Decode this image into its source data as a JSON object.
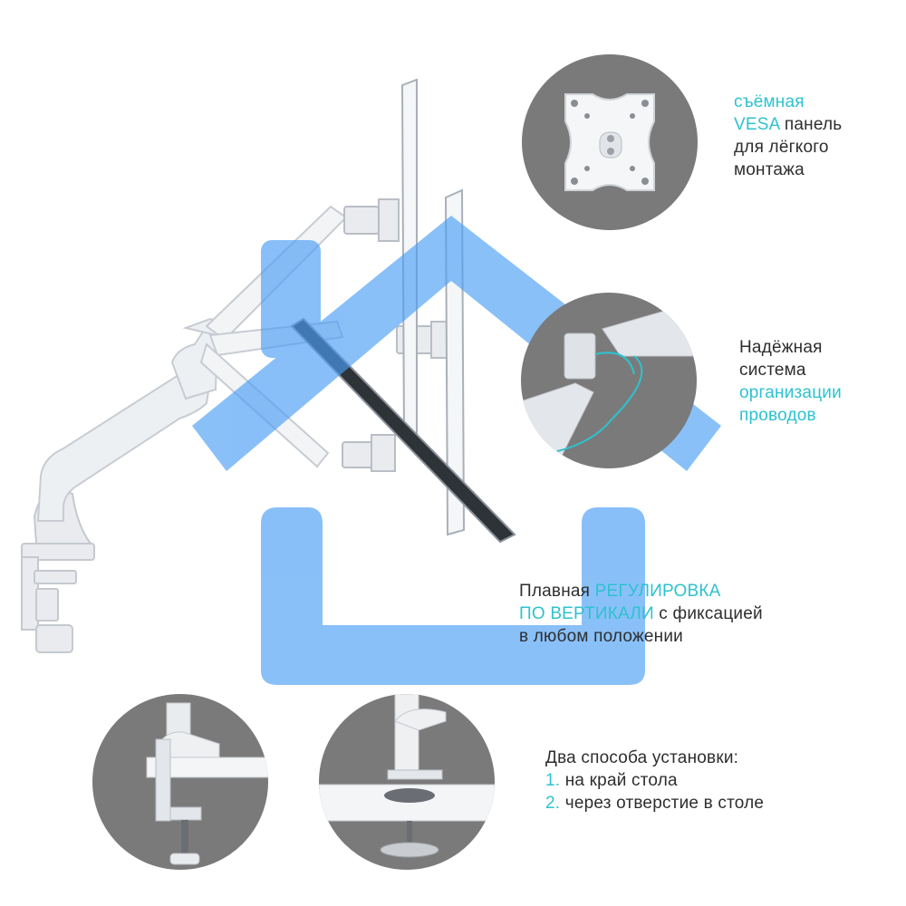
{
  "colors": {
    "accent": "#2ec2cf",
    "text": "#2e2e2e",
    "house_overlay": "#4a9ef5",
    "circle_bg": "#7a7a7a"
  },
  "vesa_caption": {
    "line1": "съёмная",
    "line2_accent": "VESA",
    "line2_rest": " панель",
    "line3": "для лёгкого",
    "line4": "монтажа"
  },
  "cable_caption": {
    "line1": "Надёжная",
    "line2": "система",
    "line3": "организации",
    "line4": "проводов"
  },
  "height_caption": {
    "line1_prefix": "Плавная ",
    "line1_accent": "РЕГУЛИРОВКА",
    "line2_accent": "ПО ВЕРТИКАЛИ",
    "line2_rest": " с фиксацией",
    "line3": "в любом положении"
  },
  "mount_caption": {
    "title": "Два способа установки:",
    "item1_num": "1.",
    "item1_text": " на край стола",
    "item2_num": "2.",
    "item2_text": " через отверстие в столе"
  },
  "icons": [
    "vesa-plate-icon",
    "cable-clip-icon",
    "desk-clamp-icon",
    "grommet-mount-icon",
    "house-shape-icon",
    "monitor-arm-icon"
  ]
}
